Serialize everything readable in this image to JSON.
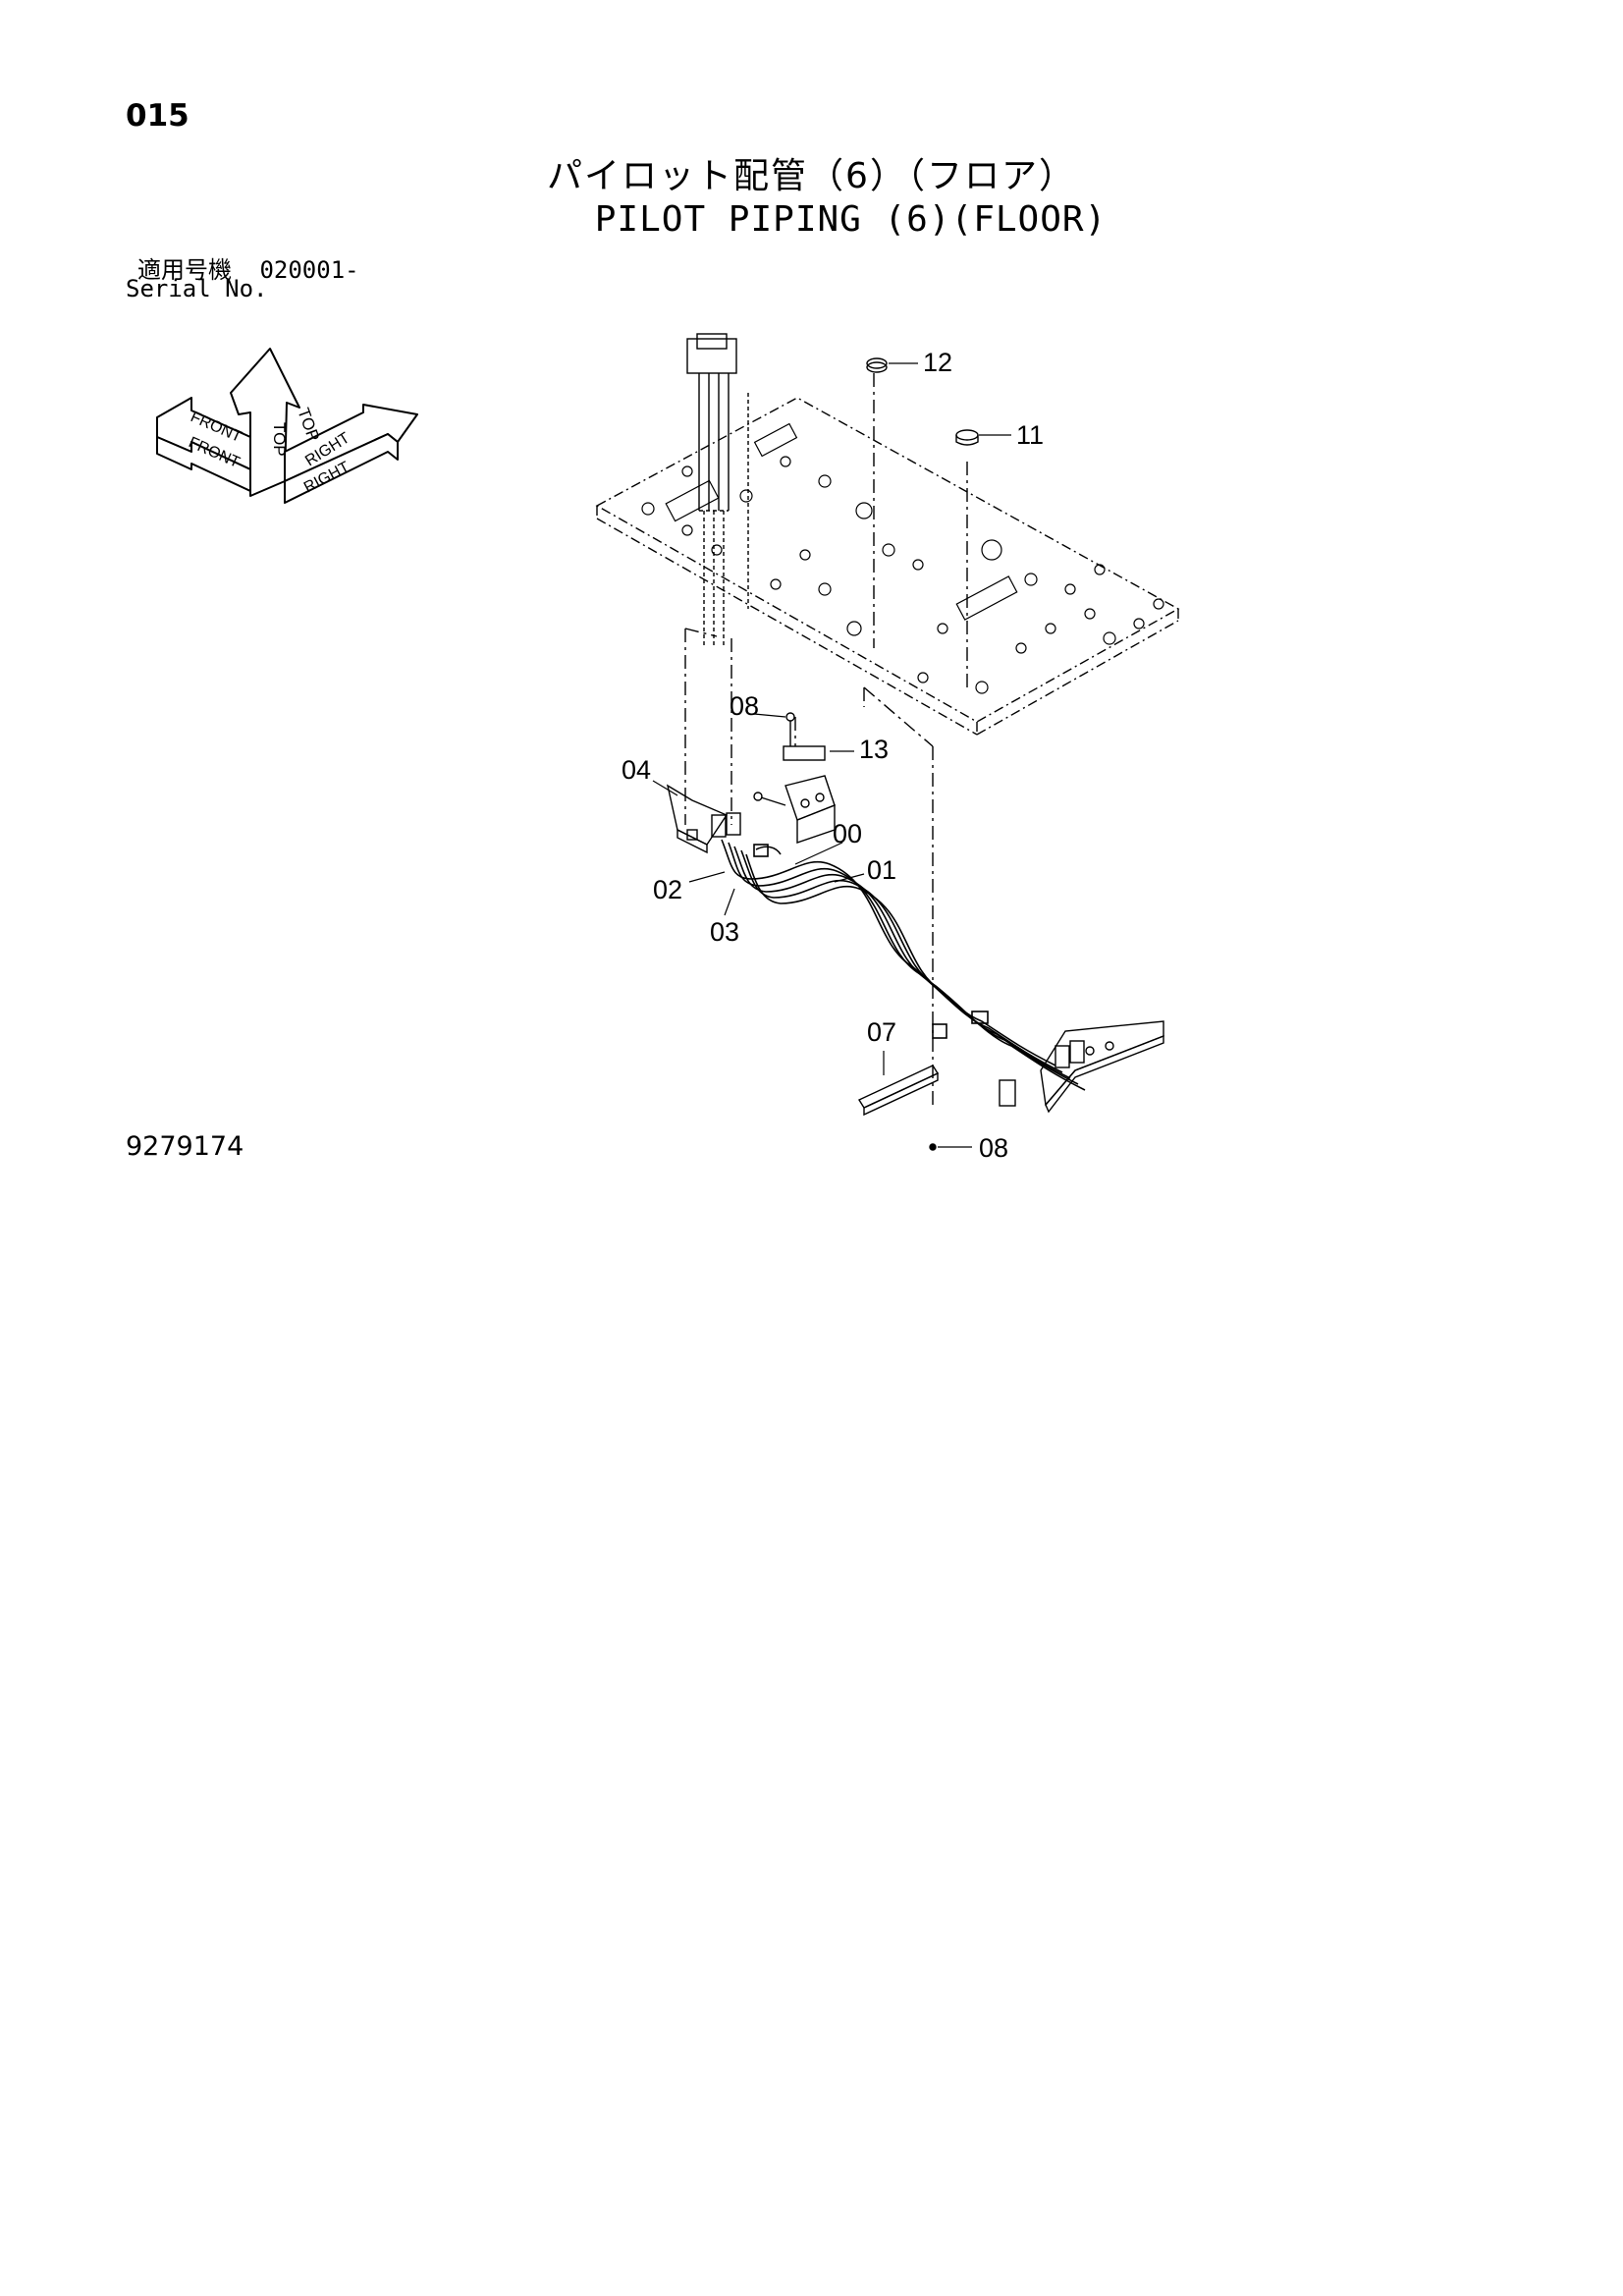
{
  "header": {
    "page_number": "015",
    "title_jp": "パイロット配管（6）（フロア）",
    "title_en": "PILOT PIPING (6)(FLOOR)"
  },
  "serial": {
    "label_jp": "適用号機",
    "value": "020001-",
    "label_en": "Serial No."
  },
  "orientation": {
    "top": "TOP",
    "front": "FRONT",
    "right": "RIGHT"
  },
  "callouts": {
    "c00": "00",
    "c01": "01",
    "c02": "02",
    "c03": "03",
    "c04": "04",
    "c07": "07",
    "c08_upper": "08",
    "c08_lower": "08",
    "c11": "11",
    "c12": "12",
    "c13": "13"
  },
  "footer": {
    "drawing_number": "9279174"
  }
}
